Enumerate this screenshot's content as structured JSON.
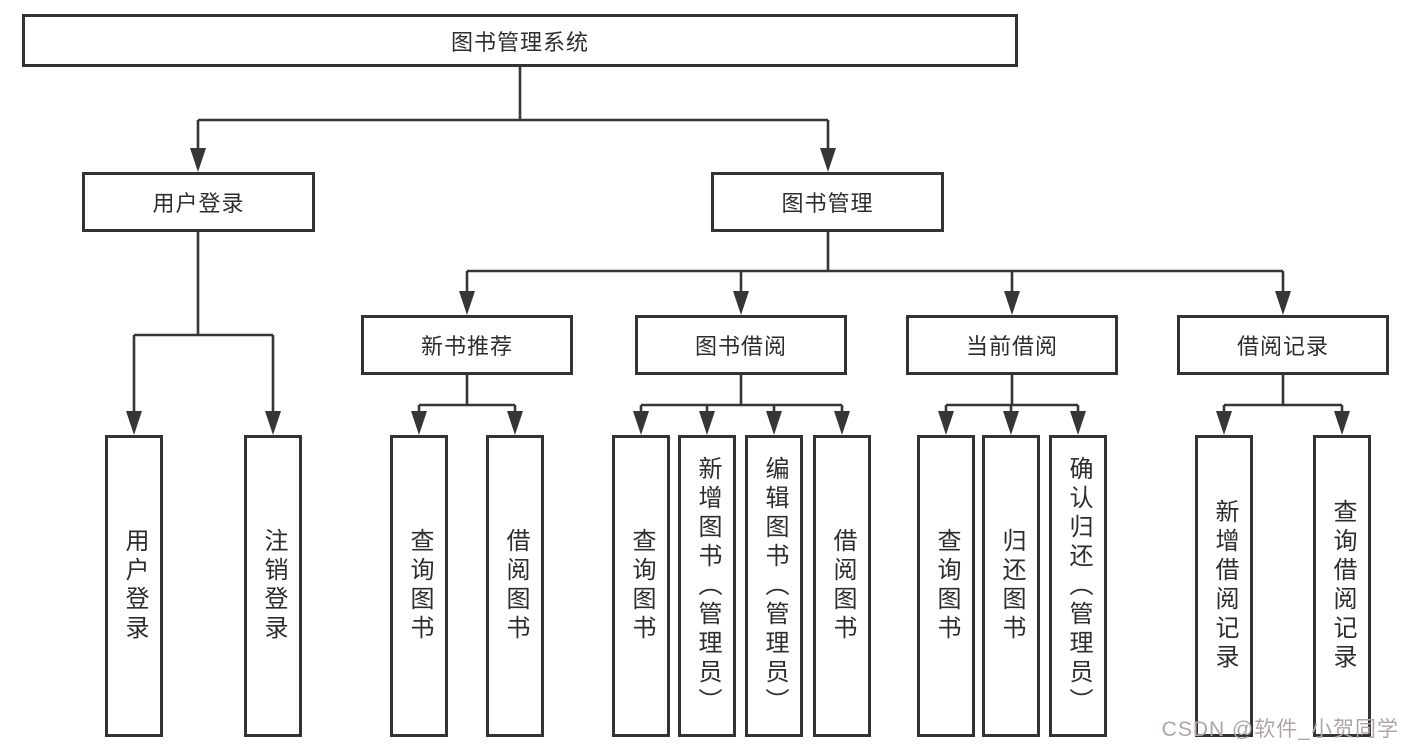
{
  "style": {
    "background_color": "#ffffff",
    "line_color": "#363636",
    "box_border_color": "#333333",
    "text_color": "#2d2d2d",
    "watermark_color": "#aea6a6"
  },
  "watermark": {
    "text": "CSDN @软件_小贺同学"
  },
  "tree": {
    "root": {
      "label": "图书管理系统"
    },
    "level2": [
      {
        "label": "用户登录"
      },
      {
        "label": "图书管理"
      }
    ],
    "level3": [
      {
        "label": "新书推荐"
      },
      {
        "label": "图书借阅"
      },
      {
        "label": "当前借阅"
      },
      {
        "label": "借阅记录"
      }
    ],
    "leaves": [
      {
        "group": "用户登录",
        "label": "用户登录"
      },
      {
        "group": "用户登录",
        "label": "注销登录"
      },
      {
        "group": "新书推荐",
        "label": "查询图书"
      },
      {
        "group": "新书推荐",
        "label": "借阅图书"
      },
      {
        "group": "图书借阅",
        "label": "查询图书"
      },
      {
        "group": "图书借阅",
        "label": "新增图书（管理员）"
      },
      {
        "group": "图书借阅",
        "label": "编辑图书（管理员）"
      },
      {
        "group": "图书借阅",
        "label": "借阅图书"
      },
      {
        "group": "当前借阅",
        "label": "查询图书"
      },
      {
        "group": "当前借阅",
        "label": "归还图书"
      },
      {
        "group": "当前借阅",
        "label": "确认归还（管理员）"
      },
      {
        "group": "借阅记录",
        "label": "新增借阅记录"
      },
      {
        "group": "借阅记录",
        "label": "查询借阅记录"
      }
    ]
  }
}
